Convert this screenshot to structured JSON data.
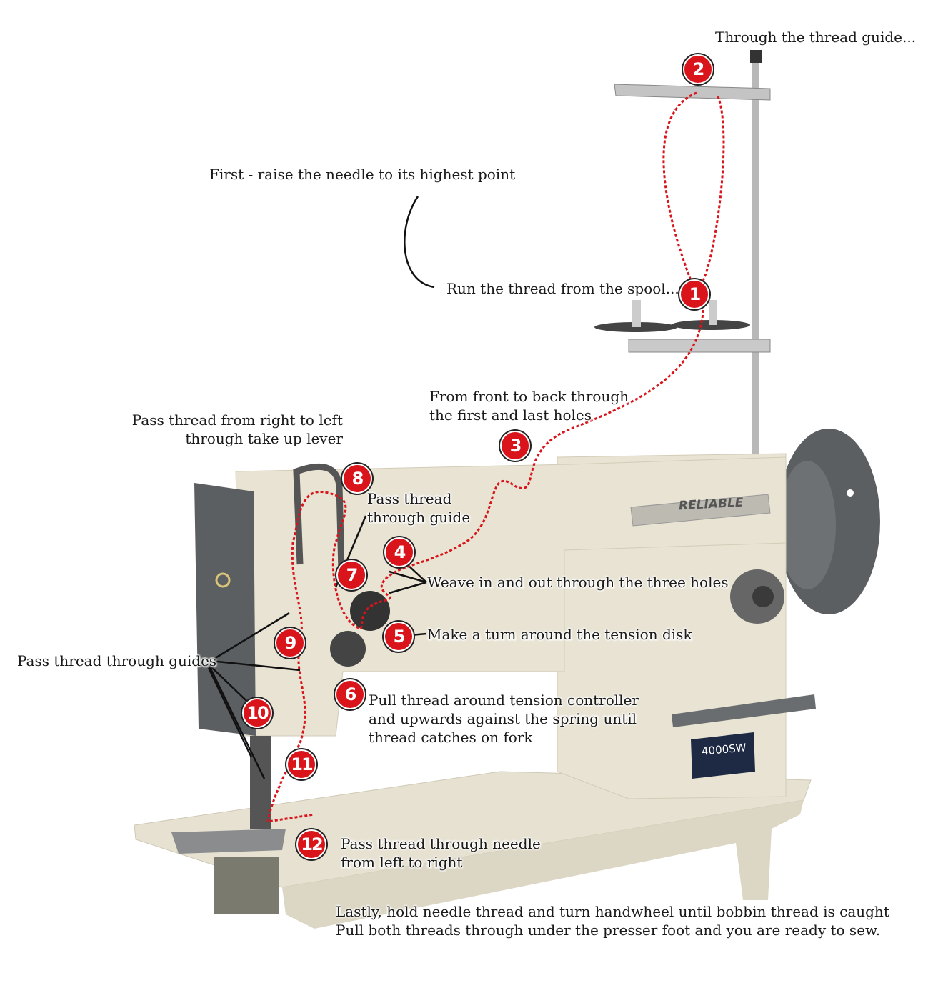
{
  "title_steps": {
    "intro": "First - raise the needle to its highest point",
    "guide_top": "Through the thread guide...",
    "spool": "Run the thread from the spool...",
    "holes": [
      "From front to back through",
      "the first and last holes"
    ],
    "take_up": [
      "Pass thread from right to left",
      "through take up lever"
    ],
    "guide": [
      "Pass thread",
      "through guide"
    ],
    "weave": "Weave in and out through the three holes",
    "tension_disk": "Make a turn around the tension disk",
    "guides": "Pass thread through guides",
    "tension_controller": [
      "Pull thread around tension controller",
      "and upwards against the spring until",
      "thread catches on fork"
    ],
    "needle": [
      "Pass thread through needle",
      "from left to right"
    ],
    "lastly": [
      "Lastly, hold needle thread and turn handwheel until bobbin thread is caught",
      "Pull both threads through under the presser foot and you are ready to sew."
    ]
  },
  "step_numbers": [
    "1",
    "2",
    "3",
    "4",
    "5",
    "6",
    "7",
    "8",
    "9",
    "10",
    "11",
    "12"
  ],
  "machine": {
    "brand": "RELIABLE",
    "model": "4000SW"
  },
  "colors": {
    "step_marker": "#d9141b",
    "thread": "#d9141b",
    "machine_body": "#e8e3d3",
    "machine_dark": "#5c5f62"
  }
}
